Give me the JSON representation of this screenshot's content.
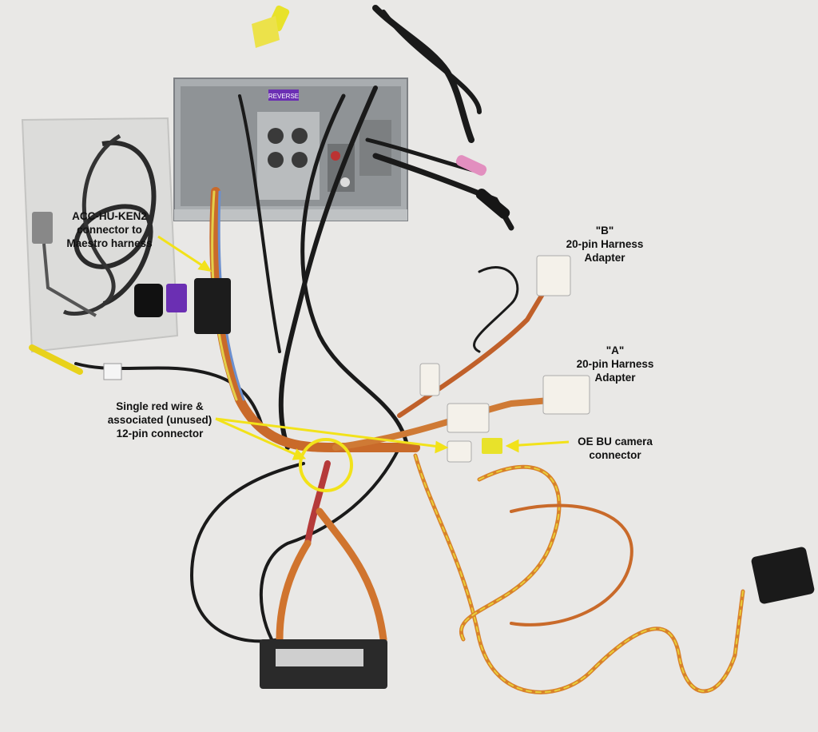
{
  "labels": {
    "acc": "ACC-HU-KEN2\nconnector to\nMaestro harness",
    "harness_b": "\"B\"\n20-pin Harness\nAdapter",
    "harness_a": "\"A\"\n20-pin Harness\nAdapter",
    "red_wire": "Single red wire &\nassociated (unused)\n12-pin connector",
    "oe_camera": "OE BU camera\nconnector"
  },
  "printed_text": {
    "reverse_tag": "REVERSE"
  },
  "colors": {
    "background": "#e9e8e6",
    "annotation_arrow": "#f2e21a",
    "harness_wire": "#d9822b",
    "connector_white": "#f4f1ea",
    "connector_black": "#1c1c1c",
    "tag_purple": "#6b2fb3",
    "tag_yellow": "#e8e22a"
  }
}
